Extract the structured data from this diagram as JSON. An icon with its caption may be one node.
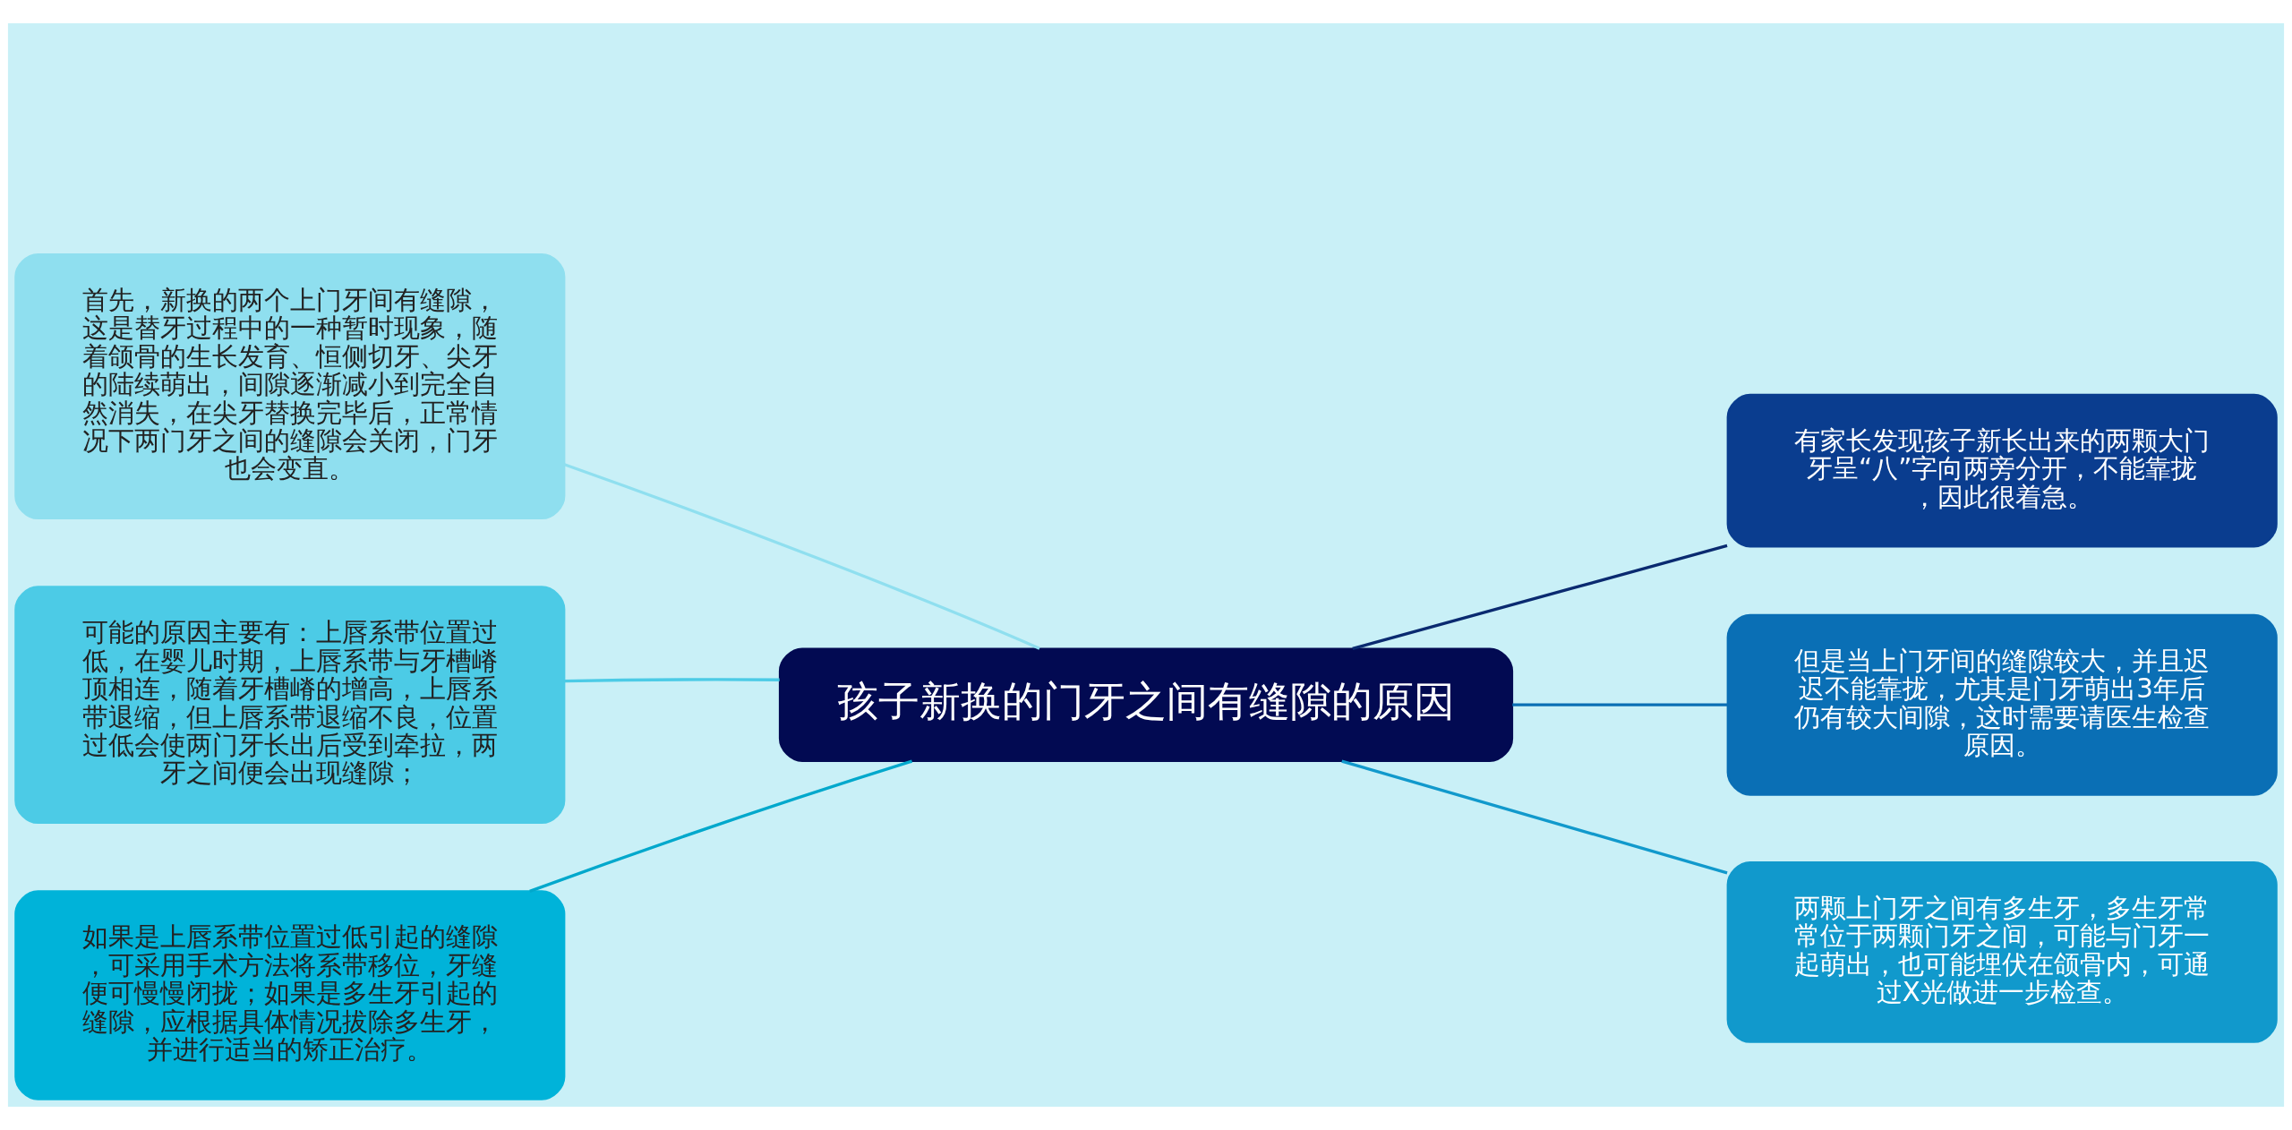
{
  "diagram": {
    "nodes": [
      {
        "text": [
          "孩子新换的门牙之间有缝隙的原因"
        ]
      },
      {
        "text": [
          "首先，新换的两个上门牙间有缝隙，这是替牙过程中的一种暂时现象，随着颌骨的生长发育、恒侧切牙、尖牙的陆续萌出，间隙逐渐减小到完全自然消失，在尖牙替换完毕后，正常情况下两门牙之间的缝隙会关闭，门牙也会变直。"
        ]
      },
      {
        "text": [
          "可能的原因主要有：上唇系带位置过低，在婴儿时期，上唇系带与牙槽嵴顶相连，随着牙槽嵴的增高，上唇系带退缩，但上唇系带退缩不良，位置过低会使两门牙长出后受到牵拉，两牙之间便会出现缝隙；"
        ]
      },
      {
        "text": [
          "如果是上唇系带位置过低引起的缝隙，可采用手术方法将系带移位，牙缝便可慢慢闭拢；如果是多生牙引起的缝隙，应根据具体情况拔除多生牙，并进行适当的矫正治疗。"
        ]
      },
      {
        "text": [
          "有家长发现孩子新长出来的两颗大门牙呈“八”字向两旁分开，不能靠拢，因此很着急。"
        ]
      },
      {
        "text": [
          "但是当上门牙间的缝隙较大，并且迟迟不能靠拢，尤其是门牙萌出3年后仍有较大间隙，这时需要请医生检查原因。"
        ]
      },
      {
        "text": [
          "两颗上门牙之间有多生牙，多生牙常常位于两颗门牙之间，可能与门牙一起萌出，也可能埋伏在颌骨内，可通过X光做进一步检查。"
        ]
      }
    ],
    "edges": [
      {
        "from": 0,
        "to": 1,
        "arrow": "none",
        "color": "#8fdfef"
      },
      {
        "from": 0,
        "to": 2,
        "arrow": "none",
        "color": "#4ccbe6"
      },
      {
        "from": 0,
        "to": 3,
        "arrow": "none",
        "color": "#00a8cc"
      },
      {
        "from": 0,
        "to": 4,
        "arrow": "none",
        "color": "#0a2a70"
      },
      {
        "from": 0,
        "to": 5,
        "arrow": "none",
        "color": "#0a6fb5"
      },
      {
        "from": 0,
        "to": 6,
        "arrow": "none",
        "color": "#1199cc"
      }
    ]
  }
}
